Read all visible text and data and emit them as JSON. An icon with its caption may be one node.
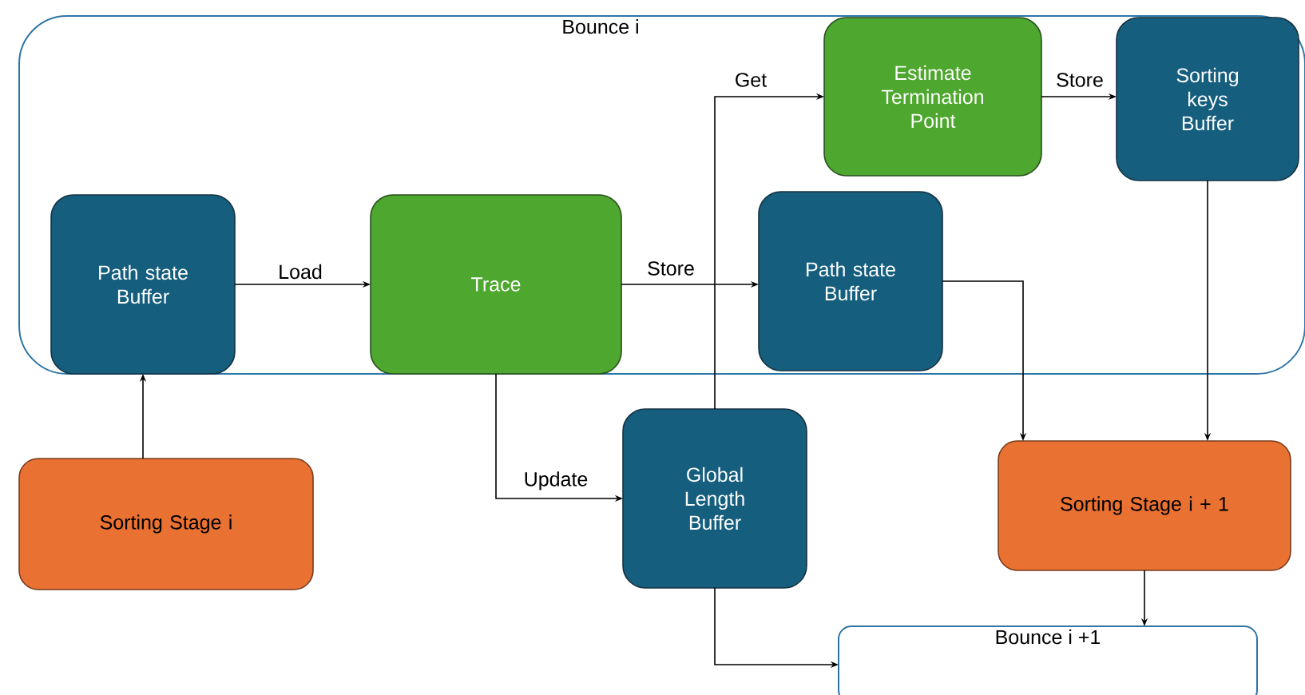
{
  "diagram": {
    "nodes": [
      {
        "text": [
          "Bounce i"
        ]
      },
      {
        "text": [
          "Path state Buffer"
        ],
        "in": 0
      },
      {
        "text": [
          "Trace"
        ],
        "in": 0
      },
      {
        "text": [
          "Estimate Termination Point"
        ],
        "in": 0
      },
      {
        "text": [
          "Sorting keys Buffer"
        ],
        "in": 0
      },
      {
        "text": [
          "Path state Buffer"
        ],
        "in": 0
      },
      {
        "text": [
          "Sorting Stage i"
        ]
      },
      {
        "text": [
          "Global Length Buffer"
        ]
      },
      {
        "text": [
          "Sorting Stage i + 1"
        ]
      },
      {
        "text": [
          "Bounce i +1"
        ]
      }
    ],
    "edges": [
      {
        "from": 6,
        "to": 1,
        "arrow": "to"
      },
      {
        "from": 1,
        "to": 2,
        "arrow": "to",
        "label": "Load"
      },
      {
        "from": 2,
        "to": 5,
        "arrow": "to",
        "label": "Store"
      },
      {
        "from": 2,
        "to": 7,
        "arrow": "to",
        "label": "Update"
      },
      {
        "from": 7,
        "to": 3,
        "arrow": "to",
        "label": "Get"
      },
      {
        "from": 3,
        "to": 4,
        "arrow": "to",
        "label": "Store"
      },
      {
        "from": 5,
        "to": 8,
        "arrow": "to"
      },
      {
        "from": 4,
        "to": 8,
        "arrow": "to"
      },
      {
        "from": 8,
        "to": 9,
        "arrow": "to"
      },
      {
        "from": 7,
        "to": 9,
        "arrow": "to"
      }
    ]
  }
}
